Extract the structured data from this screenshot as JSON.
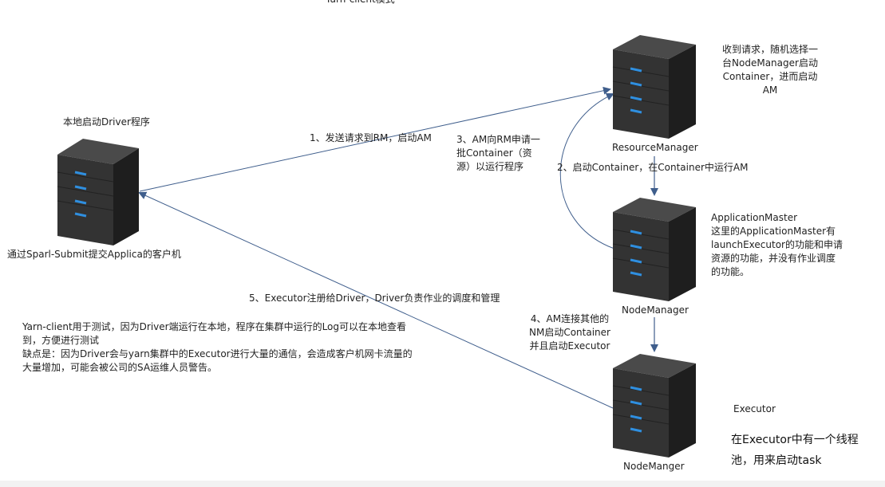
{
  "title": "Yarn-client模式",
  "nodes": {
    "driver": {
      "top_label": "本地启动Driver程序",
      "bottom_label": "通过Sparl-Submit提交Applica的客户机"
    },
    "resource_manager": {
      "label": "ResourceManager",
      "note": [
        "收到请求，随机选择一",
        "台NodeManager启动",
        "Container，进而启动",
        "AM"
      ]
    },
    "application_master": {
      "label": "NodeManager",
      "note": [
        "ApplicationMaster",
        "这里的ApplicationMaster有",
        "launchExecutor的功能和申请",
        "资源的功能，并没有作业调度",
        "的功能。"
      ]
    },
    "executor": {
      "label": "NodeManger",
      "title": "Executor",
      "note": [
        "在Executor中有一个线程",
        "池，用来启动task"
      ]
    }
  },
  "steps": {
    "step1": "1、发送请求到RM，启动AM",
    "step2": "2、启动Container，在Container中运行AM",
    "step3": [
      "3、AM向RM申请一",
      "批Container（资",
      "源）以运行程序"
    ],
    "step4": [
      "4、AM连接其他的",
      "NM启动Container",
      "并且启动Executor"
    ],
    "step5": "5、Executor注册给Driver，Driver负责作业的调度和管理"
  },
  "description": [
    "Yarn-client用于测试，因为Driver端运行在本地，程序在集群中运行的Log可以在本地查看",
    "到，方便进行测试",
    "缺点是：因为Driver会与yarn集群中的Executor进行大量的通信，会造成客户机网卡流量的",
    "大量增加，可能会被公司的SA运维人员警告。"
  ],
  "colors": {
    "arrow": "#3f5e8c",
    "server_body": "#3a3a3a",
    "server_led": "#2f8fe0"
  }
}
